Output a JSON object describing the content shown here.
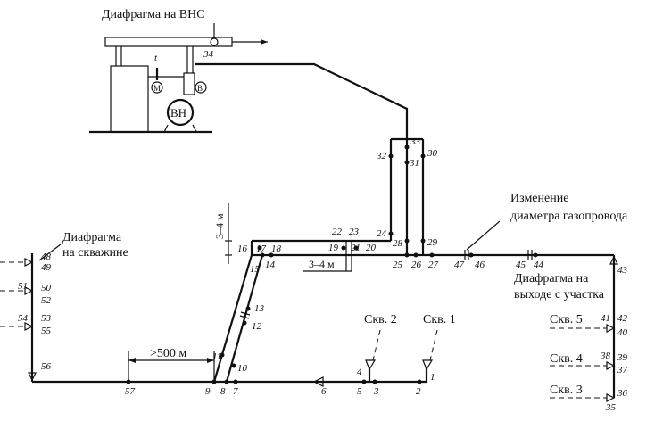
{
  "labels": {
    "vns_diaphragm": "Диафрагма на ВНС",
    "well_diaphragm_1": "Диафрагма",
    "well_diaphragm_2": "на скважине",
    "diameter_change_1": "Изменение",
    "diameter_change_2": "диаметра газопровода",
    "exit_diaphragm_1": "Диафрагма на",
    "exit_diaphragm_2": "выходе с участка",
    "distance_500": ">500 м",
    "distance_3_4_horizontal": "3–4 м",
    "distance_3_4_vertical": "3–4 м",
    "pump": "ВН",
    "gauge_m": "М",
    "gauge_v": "В",
    "temp": "t"
  },
  "wells": {
    "well1": "Скв. 1",
    "well2": "Скв. 2",
    "well3": "Скв. 3",
    "well4": "Скв. 4",
    "well5": "Скв. 5"
  },
  "points": {
    "p1": "1",
    "p2": "2",
    "p3": "3",
    "p4": "4",
    "p5": "5",
    "p6": "6",
    "p7": "7",
    "p8": "8",
    "p9": "9",
    "p10": "10",
    "p11": "11",
    "p12": "12",
    "p13": "13",
    "p14": "14",
    "p15": "15",
    "p16": "16",
    "p17": "17",
    "p18": "18",
    "p19": "19",
    "p20": "20",
    "p21": "21",
    "p22": "22",
    "p23": "23",
    "p24": "24",
    "p25": "25",
    "p26": "26",
    "p27": "27",
    "p28": "28",
    "p29": "29",
    "p30": "30",
    "p31": "31",
    "p32": "32",
    "p33": "33",
    "p34": "34",
    "p35": "35",
    "p36": "36",
    "p37": "37",
    "p38": "38",
    "p39": "39",
    "p40": "40",
    "p41": "41",
    "p42": "42",
    "p43": "43",
    "p44": "44",
    "p45": "45",
    "p46": "46",
    "p47": "47",
    "p48": "48",
    "p49": "49",
    "p50": "50",
    "p51": "51",
    "p52": "52",
    "p53": "53",
    "p54": "54",
    "p55": "55",
    "p56": "56",
    "p57": "57"
  }
}
